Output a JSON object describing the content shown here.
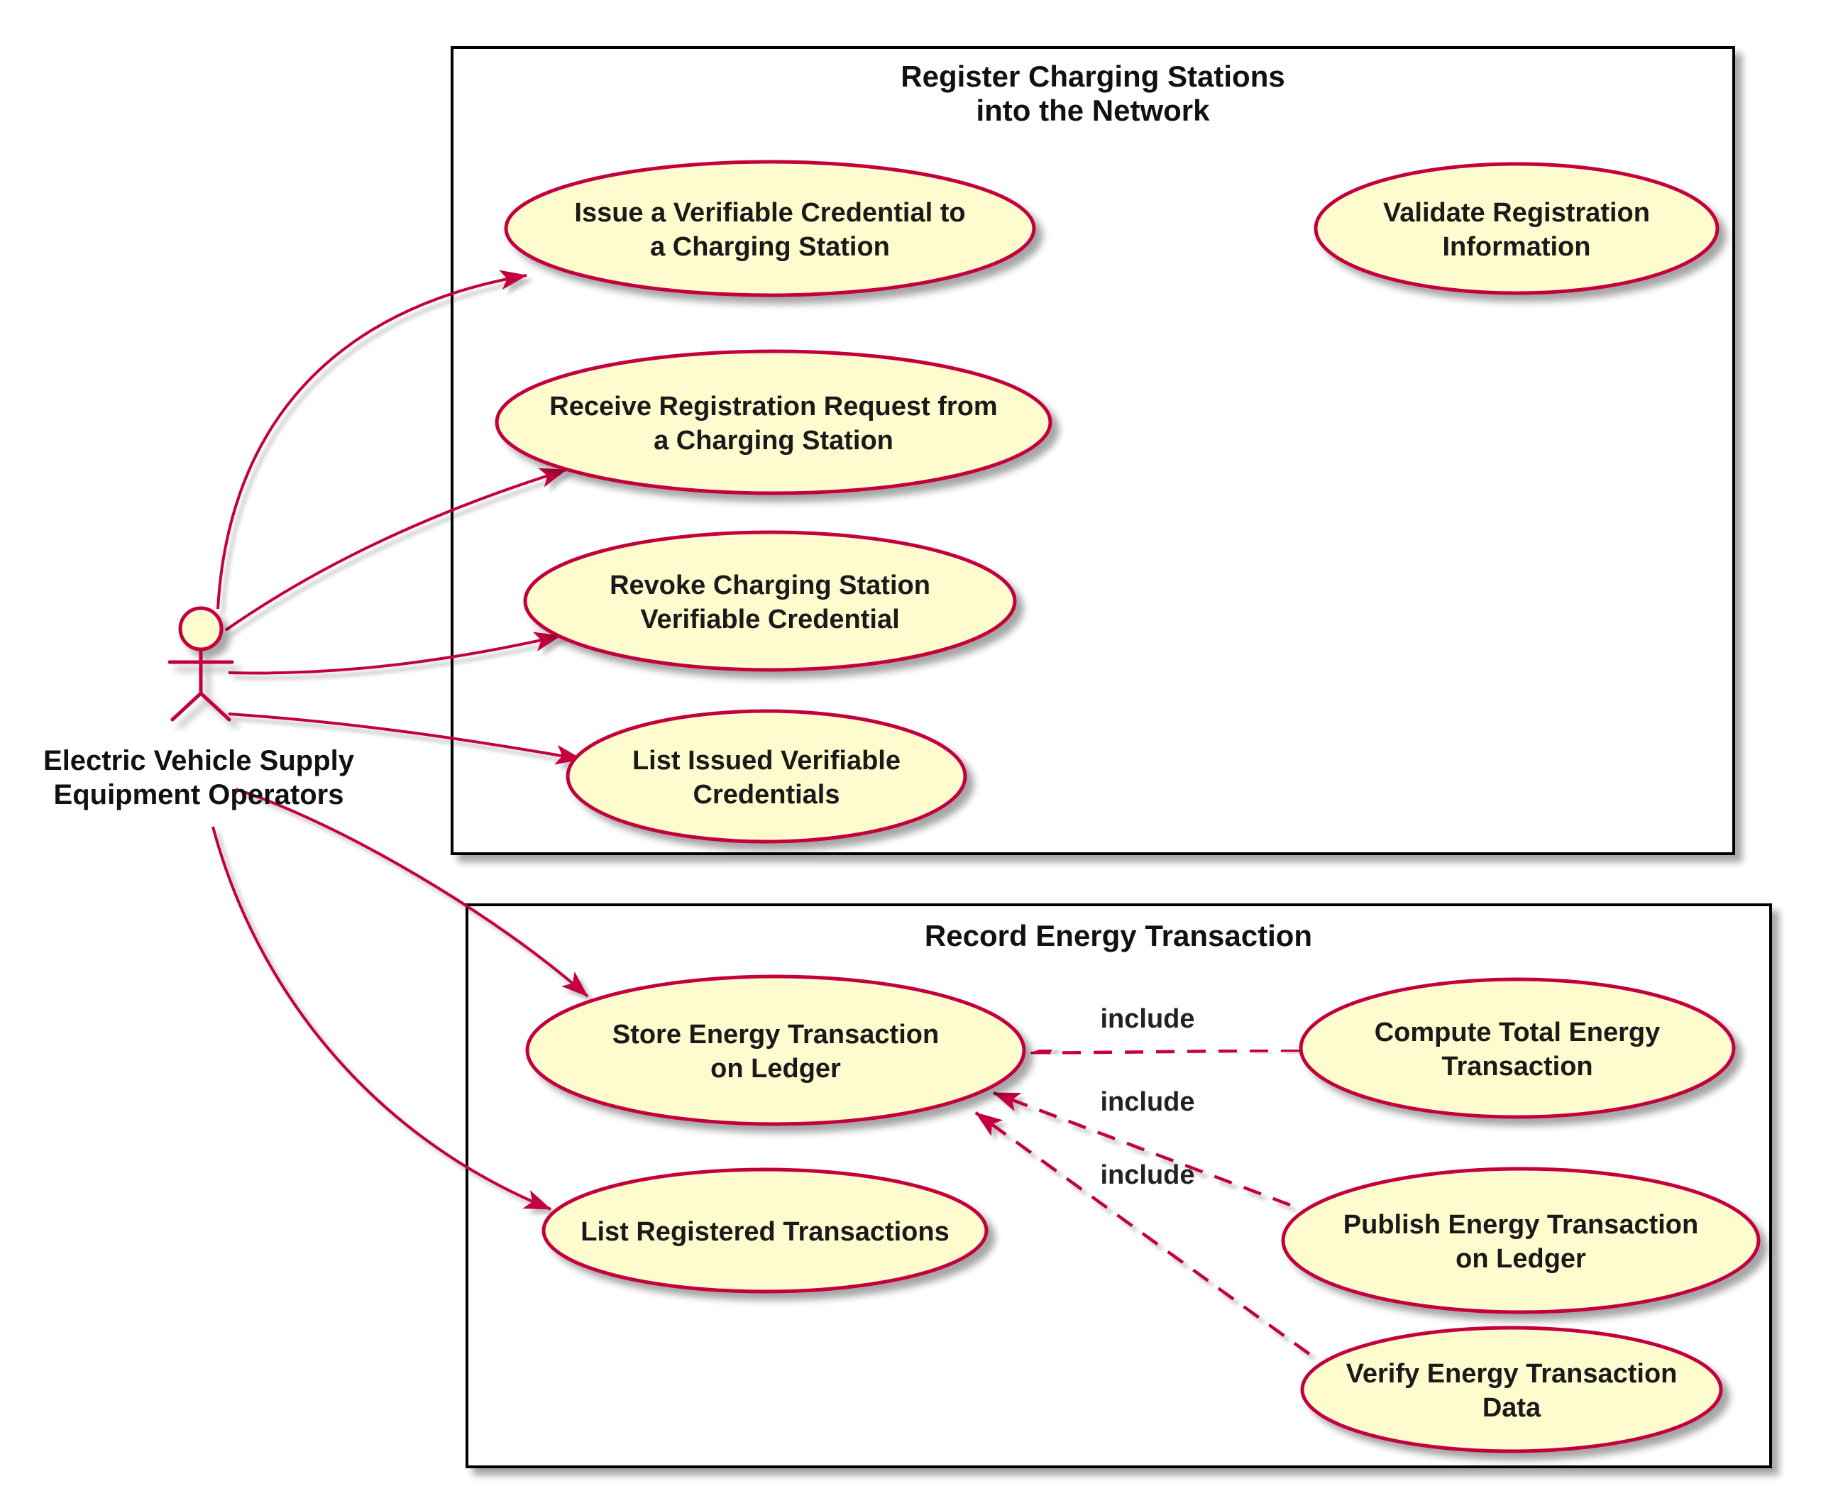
{
  "diagram_type": "uml-use-case-diagram",
  "actor": {
    "name": "Electric Vehicle Supply Equipment Operators",
    "label_lines": [
      "Electric Vehicle Supply",
      "Equipment Operators"
    ]
  },
  "packages": [
    {
      "id": "register_charging_stations",
      "title_lines": [
        "Register Charging Stations",
        "into the Network"
      ]
    },
    {
      "id": "record_energy_transaction",
      "title_lines": [
        "Record Energy Transaction"
      ]
    }
  ],
  "usecases": {
    "issue_vc": {
      "package": "register_charging_stations",
      "lines": [
        "Issue a Verifiable Credential to",
        "a Charging Station"
      ]
    },
    "receive_request": {
      "package": "register_charging_stations",
      "lines": [
        "Receive Registration Request from",
        "a Charging Station"
      ]
    },
    "revoke_vc": {
      "package": "register_charging_stations",
      "lines": [
        "Revoke Charging Station",
        "Verifiable Credential"
      ]
    },
    "list_issued_vc": {
      "package": "register_charging_stations",
      "lines": [
        "List Issued Verifiable",
        "Credentials"
      ]
    },
    "validate_registration": {
      "package": "register_charging_stations",
      "lines": [
        "Validate Registration",
        "Information"
      ]
    },
    "store_tx": {
      "package": "record_energy_transaction",
      "lines": [
        "Store Energy Transaction",
        "on Ledger"
      ]
    },
    "list_registered_tx": {
      "package": "record_energy_transaction",
      "lines": [
        "List Registered Transactions"
      ]
    },
    "compute_total": {
      "package": "record_energy_transaction",
      "lines": [
        "Compute Total Energy",
        "Transaction"
      ]
    },
    "publish_tx": {
      "package": "record_energy_transaction",
      "lines": [
        "Publish Energy Transaction",
        "on Ledger"
      ]
    },
    "verify_tx": {
      "package": "record_energy_transaction",
      "lines": [
        "Verify Energy Transaction",
        "Data"
      ]
    }
  },
  "relationships": {
    "actor_associations": [
      "issue_vc",
      "receive_request",
      "revoke_vc",
      "list_issued_vc",
      "store_tx",
      "list_registered_tx"
    ],
    "dashed_arrows": [
      {
        "from": "validate_registration",
        "to": "issue_vc",
        "label": ""
      },
      {
        "from": "compute_total",
        "to": "store_tx",
        "label": "include"
      },
      {
        "from": "publish_tx",
        "to": "store_tx",
        "label": "include"
      },
      {
        "from": "verify_tx",
        "to": "store_tx",
        "label": "include"
      }
    ]
  },
  "colors": {
    "usecase_fill": "#FEFCCE",
    "usecase_border": "#C3003C",
    "connector": "#C3003C",
    "package_border": "#000000",
    "package_fill": "#FFFFFF",
    "text": "#111111",
    "shadow": "#999999",
    "background": "#FFFFFF"
  }
}
